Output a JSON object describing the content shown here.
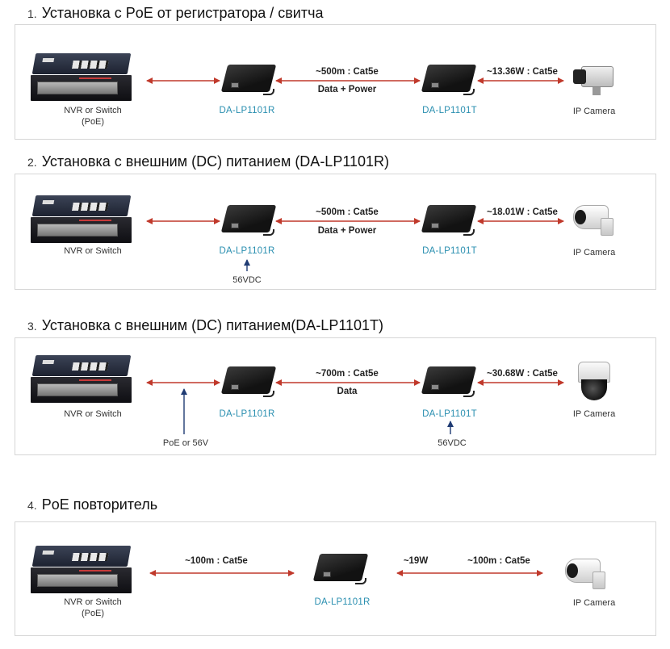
{
  "sections": [
    {
      "num": "1.",
      "title": "Установка с PoE от регистратора / свитча",
      "source_label": "NVR or Switch\n(PoE)",
      "receiver_label": "DA-LP1101R",
      "transmitter_label": "DA-LP1101T",
      "link_label": "~500m : Cat5e",
      "link_sublabel": "Data + Power",
      "camera_power_label": "~13.36W : Cat5e",
      "camera_label": "IP Camera",
      "camera_icon": "box-camera-icon"
    },
    {
      "num": "2.",
      "title": "Установка с внешним (DC) питанием (DA-LP1101R)",
      "source_label": "NVR or Switch",
      "receiver_label": "DA-LP1101R",
      "receiver_power_label": "56VDC",
      "transmitter_label": "DA-LP1101T",
      "link_label": "~500m : Cat5e",
      "link_sublabel": "Data + Power",
      "camera_power_label": "~18.01W : Cat5e",
      "camera_label": "IP Camera",
      "camera_icon": "bullet-camera-icon"
    },
    {
      "num": "3.",
      "title": "Установка с внешним (DC) питанием(DA-LP1101T)",
      "source_label": "NVR or Switch",
      "source_power_label": "PoE or 56V",
      "receiver_label": "DA-LP1101R",
      "transmitter_label": "DA-LP1101T",
      "transmitter_power_label": "56VDC",
      "link_label": "~700m : Cat5e",
      "link_sublabel": "Data",
      "camera_power_label": "~30.68W : Cat5e",
      "camera_label": "IP Camera",
      "camera_icon": "dome-camera-icon"
    },
    {
      "num": "4.",
      "title": "PoE повторитель",
      "source_label": "NVR or Switch\n(PoE)",
      "repeater_label": "DA-LP1101R",
      "input_link_label": "~100m : Cat5e",
      "repeater_power_label": "~19W",
      "output_link_label": "~100m : Cat5e",
      "camera_label": "IP Camera",
      "camera_icon": "bullet-camera-icon"
    }
  ],
  "colors": {
    "arrow": "#c0392b",
    "power_arrow": "#1f3b73",
    "model_label": "#2a8fb0",
    "panel_border": "#d6d6d6"
  }
}
